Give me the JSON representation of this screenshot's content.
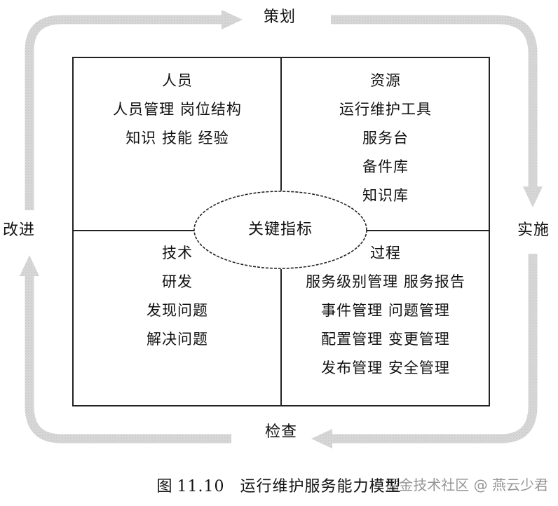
{
  "cycle": {
    "top": "策划",
    "right": "实施",
    "bottom": "检查",
    "left": "改进"
  },
  "center": "关键指标",
  "quadrants": {
    "top_left": {
      "lines": [
        "人员",
        "人员管理  岗位结构",
        "知识  技能  经验"
      ]
    },
    "top_right": {
      "lines": [
        "资源",
        "运行维护工具",
        "服务台",
        "备件库",
        "知识库"
      ]
    },
    "bottom_left": {
      "lines": [
        "技术",
        "研发",
        "发现问题",
        "解决问题"
      ]
    },
    "bottom_right": {
      "lines": [
        "过程",
        "服务级别管理  服务报告",
        "事件管理  问题管理",
        "配置管理  变更管理",
        "发布管理  安全管理"
      ]
    }
  },
  "caption": {
    "figure": "图",
    "number": "11.10",
    "title": "运行维护服务能力模型"
  },
  "watermark": "掘金技术社区 @ 燕云少君",
  "colors": {
    "arrow": "#d0d0d0",
    "arrow_edge": "#b5b5b5",
    "lines": "#222222"
  }
}
